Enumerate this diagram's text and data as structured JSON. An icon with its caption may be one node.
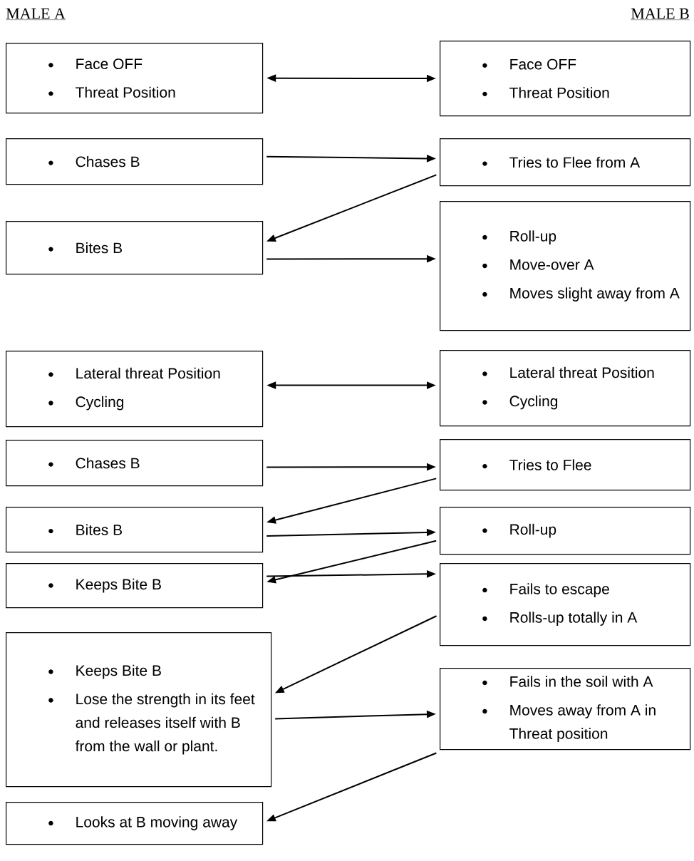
{
  "diagram": {
    "nodes": [
      {
        "text": [
          "Face OFF",
          "Threat Position"
        ]
      },
      {
        "text": [
          "Face OFF",
          "Threat Position"
        ]
      },
      {
        "text": [
          "Chases B"
        ]
      },
      {
        "text": [
          "Tries to Flee from A"
        ]
      },
      {
        "text": [
          "Bites B"
        ]
      },
      {
        "text": [
          "Roll-up",
          "Move-over A",
          "Moves slight away from A"
        ]
      },
      {
        "text": [
          "Lateral threat Position",
          "Cycling"
        ]
      },
      {
        "text": [
          "Lateral threat Position",
          "Cycling"
        ]
      },
      {
        "text": [
          "Chases B"
        ]
      },
      {
        "text": [
          "Tries to Flee"
        ]
      },
      {
        "text": [
          "Bites B"
        ]
      },
      {
        "text": [
          "Roll-up"
        ]
      },
      {
        "text": [
          "Keeps Bite B"
        ]
      },
      {
        "text": [
          "Fails to escape",
          "Rolls-up totally in A"
        ]
      },
      {
        "text": [
          "Keeps Bite B",
          "Lose the strength in its feet and releases itself with B from the wall or plant."
        ]
      },
      {
        "text": [
          "Fails in the soil with A",
          "Moves away from A in Threat position"
        ]
      },
      {
        "text": [
          "Looks at B moving away"
        ]
      }
    ],
    "edges": [
      {
        "from": 0,
        "to": 1,
        "arrow": "both"
      },
      {
        "from": 2,
        "to": 3,
        "arrow": "to"
      },
      {
        "from": 3,
        "to": 4,
        "arrow": "to"
      },
      {
        "from": 4,
        "to": 5,
        "arrow": "to"
      },
      {
        "from": 6,
        "to": 7,
        "arrow": "both"
      },
      {
        "from": 8,
        "to": 9,
        "arrow": "to"
      },
      {
        "from": 9,
        "to": 10,
        "arrow": "to"
      },
      {
        "from": 10,
        "to": 11,
        "arrow": "to"
      },
      {
        "from": 11,
        "to": 12,
        "arrow": "to"
      },
      {
        "from": 12,
        "to": 13,
        "arrow": "to"
      },
      {
        "from": 13,
        "to": 14,
        "arrow": "to"
      },
      {
        "from": 14,
        "to": 15,
        "arrow": "to"
      },
      {
        "from": 15,
        "to": 16,
        "arrow": "to"
      }
    ],
    "labels": [
      "MALE A",
      "MALE B"
    ]
  }
}
